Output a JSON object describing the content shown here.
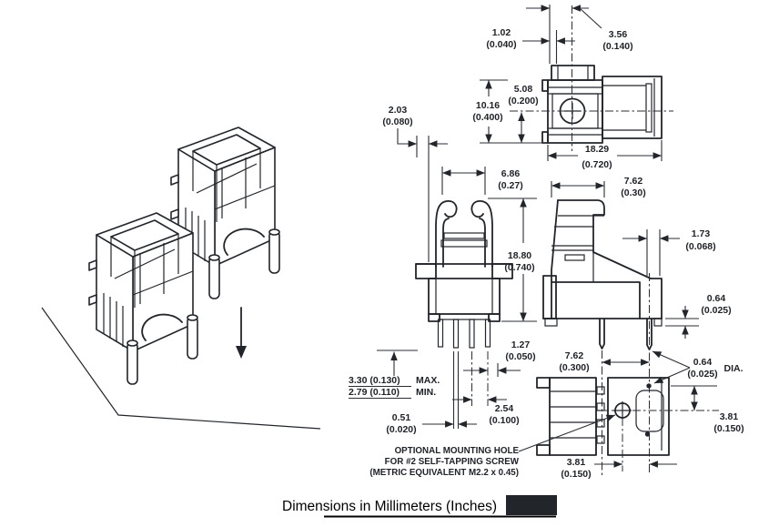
{
  "drawing": {
    "caption": "Dimensions in Millimeters (Inches)",
    "note": {
      "line1": "OPTIONAL MOUNTING HOLE",
      "line2": "FOR #2 SELF-TAPPING SCREW",
      "line3": "(METRIC EQUIVALENT M2.2 x 0.45)"
    },
    "dims": {
      "w102_mm": "1.02",
      "w102_in": "(0.040)",
      "w356_mm": "3.56",
      "w356_in": "(0.140)",
      "h508_mm": "5.08",
      "h508_in": "(0.200)",
      "h1016_mm": "10.16",
      "h1016_in": "(0.400)",
      "w1829_mm": "18.29",
      "w1829_in": "(0.720)",
      "w203_mm": "2.03",
      "w203_in": "(0.080)",
      "w686_mm": "6.86",
      "w686_in": "(0.27)",
      "h1880_mm": "18.80",
      "h1880_in": "(0.740)",
      "w762side_mm": "7.62",
      "w762side_in": "(0.30)",
      "w173_mm": "1.73",
      "w173_in": "(0.068)",
      "h064_mm": "0.64",
      "h064_in": "(0.025)",
      "w127_mm": "1.27",
      "w127_in": "(0.050)",
      "pinlen_max": "3.30 (0.130)",
      "pinlen_max_label": "MAX.",
      "pinlen_min": "2.79 (0.110)",
      "pinlen_min_label": "MIN.",
      "w051_mm": "0.51",
      "w051_in": "(0.020)",
      "w254_mm": "2.54",
      "w254_in": "(0.100)",
      "w762bot_mm": "7.62",
      "w762bot_in": "(0.300)",
      "d064dia_mm": "0.64",
      "d064dia_in": "(0.025)",
      "d064dia_suffix": "DIA.",
      "h381_mm": "3.81",
      "h381_in": "(0.150)",
      "w381_mm": "3.81",
      "w381_in": "(0.150)"
    }
  }
}
